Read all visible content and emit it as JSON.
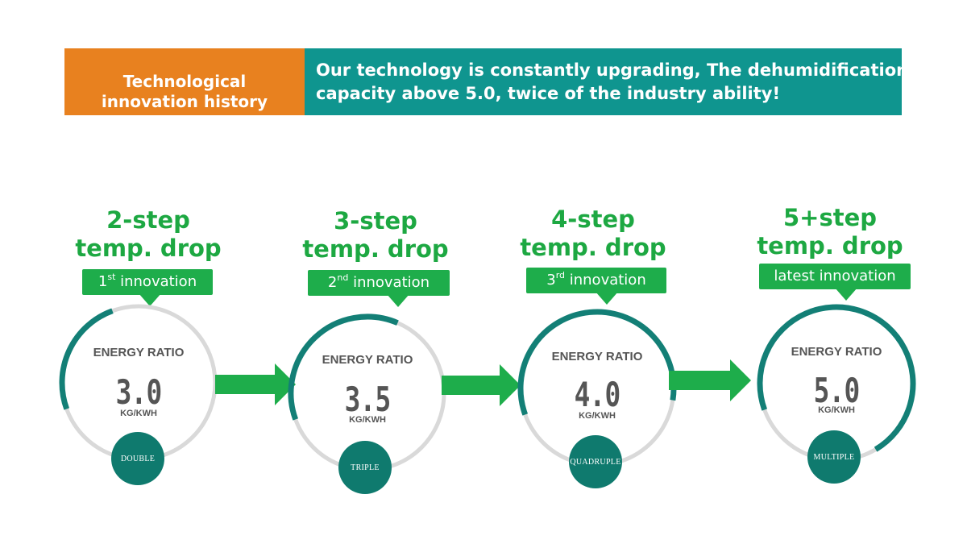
{
  "banner": {
    "left_lines": [
      "Technological",
      "innovation history"
    ],
    "right_lines": [
      "Our technology is constantly upgrading, The dehumidification",
      "capacity above 5.0, twice of the industry ability!"
    ]
  },
  "colors": {
    "orange": "#E8811F",
    "teal": "#0F958F",
    "green": "#1DA842",
    "gauge_fill": "#137F76",
    "gauge_track": "#D9D9D9",
    "badge": "#0F7A6E"
  },
  "steps": [
    {
      "title_line1": "2-step",
      "title_line2": "temp. drop",
      "bubble_prefix": "1",
      "bubble_sup": "st",
      "bubble_text": " innovation",
      "gauge_label": "ENERGY RATIO",
      "value": "3.0",
      "unit": "KG/KWH",
      "badge": "DOUBLE",
      "gauge_fraction": 0.25
    },
    {
      "title_line1": "3-step",
      "title_line2": "temp. drop",
      "bubble_prefix": "2",
      "bubble_sup": "nd",
      "bubble_text": "  innovation",
      "gauge_label": "ENERGY RATIO",
      "value": "3.5",
      "unit": "KG/KWH",
      "badge": "TRIPLE",
      "gauge_fraction": 0.37
    },
    {
      "title_line1": "4-step",
      "title_line2": "temp. drop",
      "bubble_prefix": "3",
      "bubble_sup": "rd",
      "bubble_text": "  innovation",
      "gauge_label": "ENERGY RATIO",
      "value": "4.0",
      "unit": "KG/KWH",
      "badge": "QUADRUPLE",
      "gauge_fraction": 0.58
    },
    {
      "title_line1": "5+step",
      "title_line2": "temp. drop",
      "bubble_prefix": "",
      "bubble_sup": "",
      "bubble_text": "latest  innovation",
      "gauge_label": "ENERGY RATIO",
      "value": "5.0",
      "unit": "KG/KWH",
      "badge": "MULTIPLE",
      "gauge_fraction": 0.72
    }
  ]
}
